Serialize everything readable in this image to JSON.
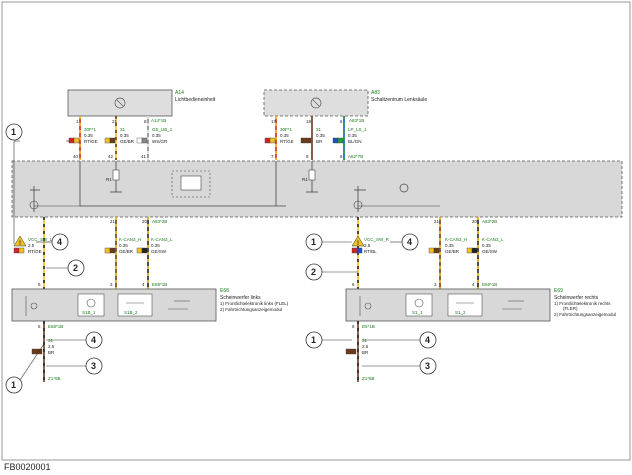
{
  "footer": {
    "code": "FB0020001"
  },
  "modules": {
    "a14": {
      "id": "A14",
      "name": "Lichtbedieneinheit",
      "conn": "A14*1B"
    },
    "a83": {
      "id": "A83",
      "name": "Schaltzentrum Lenksäule",
      "conn": "A83*1B"
    },
    "e68": {
      "id": "E68",
      "name": "Scheinwerfer links",
      "l1": "1)  Frontlichtelektronik links (FLEL)",
      "l2": "2)  Fahrtrichtungsanzeigemodul",
      "conn": "E68*1B",
      "s1": "S1B_1",
      "s2": "S1B_2",
      "conn_bottom": "E68*1B"
    },
    "e69": {
      "id": "E69",
      "name": "Scheinwerfer rechts",
      "l1": "1)  Frontlichtelektronik rechts",
      "l1b": "(FLER)",
      "l2": "2)  Fahrtrichtungsanzeigemodul",
      "conn": "E69*1B",
      "s1": "S1_1",
      "s2": "S1_2",
      "conn_bottom": "E5*1B"
    },
    "main": {
      "conn_left": "A42*2B",
      "conn_right": "A82*7B",
      "conn_bottom_left": "A83*2B",
      "conn_bottom_right": "A83*2B",
      "r1": "R1",
      "r2": "R1"
    }
  },
  "wires_top_left": [
    {
      "pin_top": "1",
      "pin_bottom": "40",
      "sig": "30F*1",
      "size": "0.35",
      "color_code": "RT/GE",
      "c1": "#d42020",
      "c2": "#f0c020"
    },
    {
      "pin_top": "21",
      "pin_bottom": "42",
      "sig": "31",
      "size": "0.35",
      "color_code": "GE/BR",
      "c1": "#f0c020",
      "c2": "#6a3a1a"
    },
    {
      "pin_top": "8",
      "pin_bottom": "41",
      "sig": "GE_UB_1",
      "size": "0.35",
      "color_code": "WS/GR",
      "c1": "#ffffff",
      "c2": "#888888"
    }
  ],
  "wires_top_right": [
    {
      "pin_top": "17",
      "pin_bottom": "7",
      "sig": "30F*1",
      "size": "0.35",
      "color_code": "RT/GE",
      "c1": "#d42020",
      "c2": "#f0c020"
    },
    {
      "pin_top": "18",
      "pin_bottom": "8",
      "sig": "31",
      "size": "0.35",
      "color_code": "BR",
      "c1": "#6a3a1a",
      "c2": "#6a3a1a"
    },
    {
      "pin_top": "6",
      "pin_bottom": "6",
      "sig": "LP_LS_1",
      "size": "0.35",
      "color_code": "BL/GN",
      "c1": "#2050c0",
      "c2": "#20a040"
    }
  ],
  "left_branch": {
    "pin_a": "21",
    "pin_b": "20",
    "sig_a": "K-CAN3_H",
    "size_a": "0.35",
    "code_a": "GE/BR",
    "sig_b": "K-CAN3_L",
    "size_b": "0.35",
    "code_b": "GE/SW",
    "vcc": "VCC_SW_L",
    "vcc_size": "2.5",
    "vcc_code": "RT/GE",
    "pin_e": "6",
    "pin_f": "3",
    "pin_g": "4",
    "gnd_sig": "31",
    "gnd_size": "2.5",
    "gnd_code": "BR",
    "gnd_label": "Z1*5B"
  },
  "right_branch": {
    "pin_a": "21",
    "pin_b": "20",
    "sig_a": "K-CAN3_H",
    "size_a": "0.35",
    "code_a": "GE/BR",
    "sig_b": "K-CAN3_L",
    "size_b": "0.35",
    "code_b": "GE/SW",
    "vcc": "VCC_SW_R",
    "vcc_size": "2.5",
    "vcc_code": "RT/BL",
    "pin_e": "6",
    "pin_f": "3",
    "pin_g": "4",
    "gnd_sig": "31",
    "gnd_size": "2.5",
    "gnd_code": "BR",
    "gnd_label": "Z1*6B"
  },
  "callouts": {
    "one": "1",
    "two": "2",
    "three": "3",
    "four": "4"
  }
}
